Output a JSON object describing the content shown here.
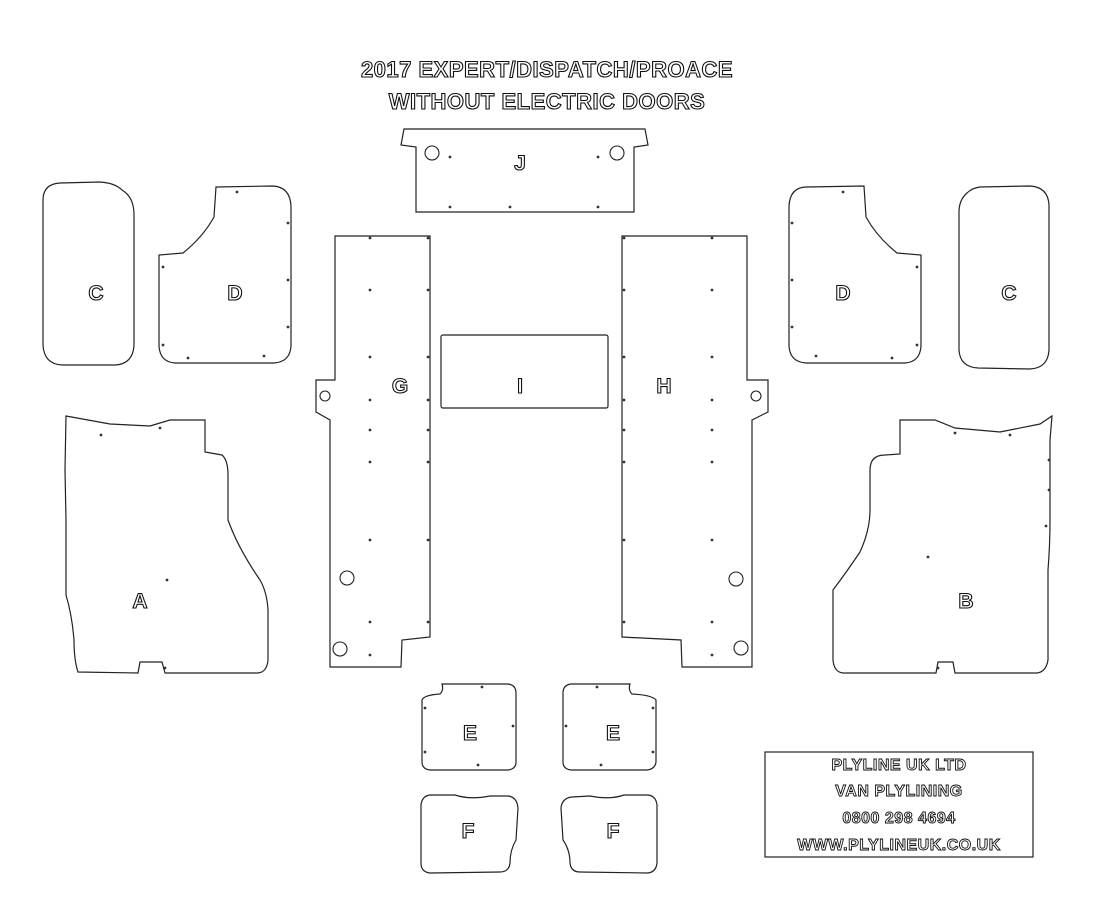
{
  "title": {
    "line1": "2017 EXPERT/DISPATCH/PROACE",
    "line2": "WITHOUT ELECTRIC DOORS"
  },
  "panels": {
    "a": "A",
    "b": "B",
    "c_left": "C",
    "c_right": "C",
    "d_left": "D",
    "d_right": "D",
    "e_left": "E",
    "e_right": "E",
    "f_left": "F",
    "f_right": "F",
    "g": "G",
    "h": "H",
    "i": "I",
    "j": "J"
  },
  "company": {
    "name": "PLYLINE UK LTD",
    "service": "VAN PLYLINING",
    "phone": "0800 298 4694",
    "website": "WWW.PLYLINEUK.CO.UK"
  }
}
